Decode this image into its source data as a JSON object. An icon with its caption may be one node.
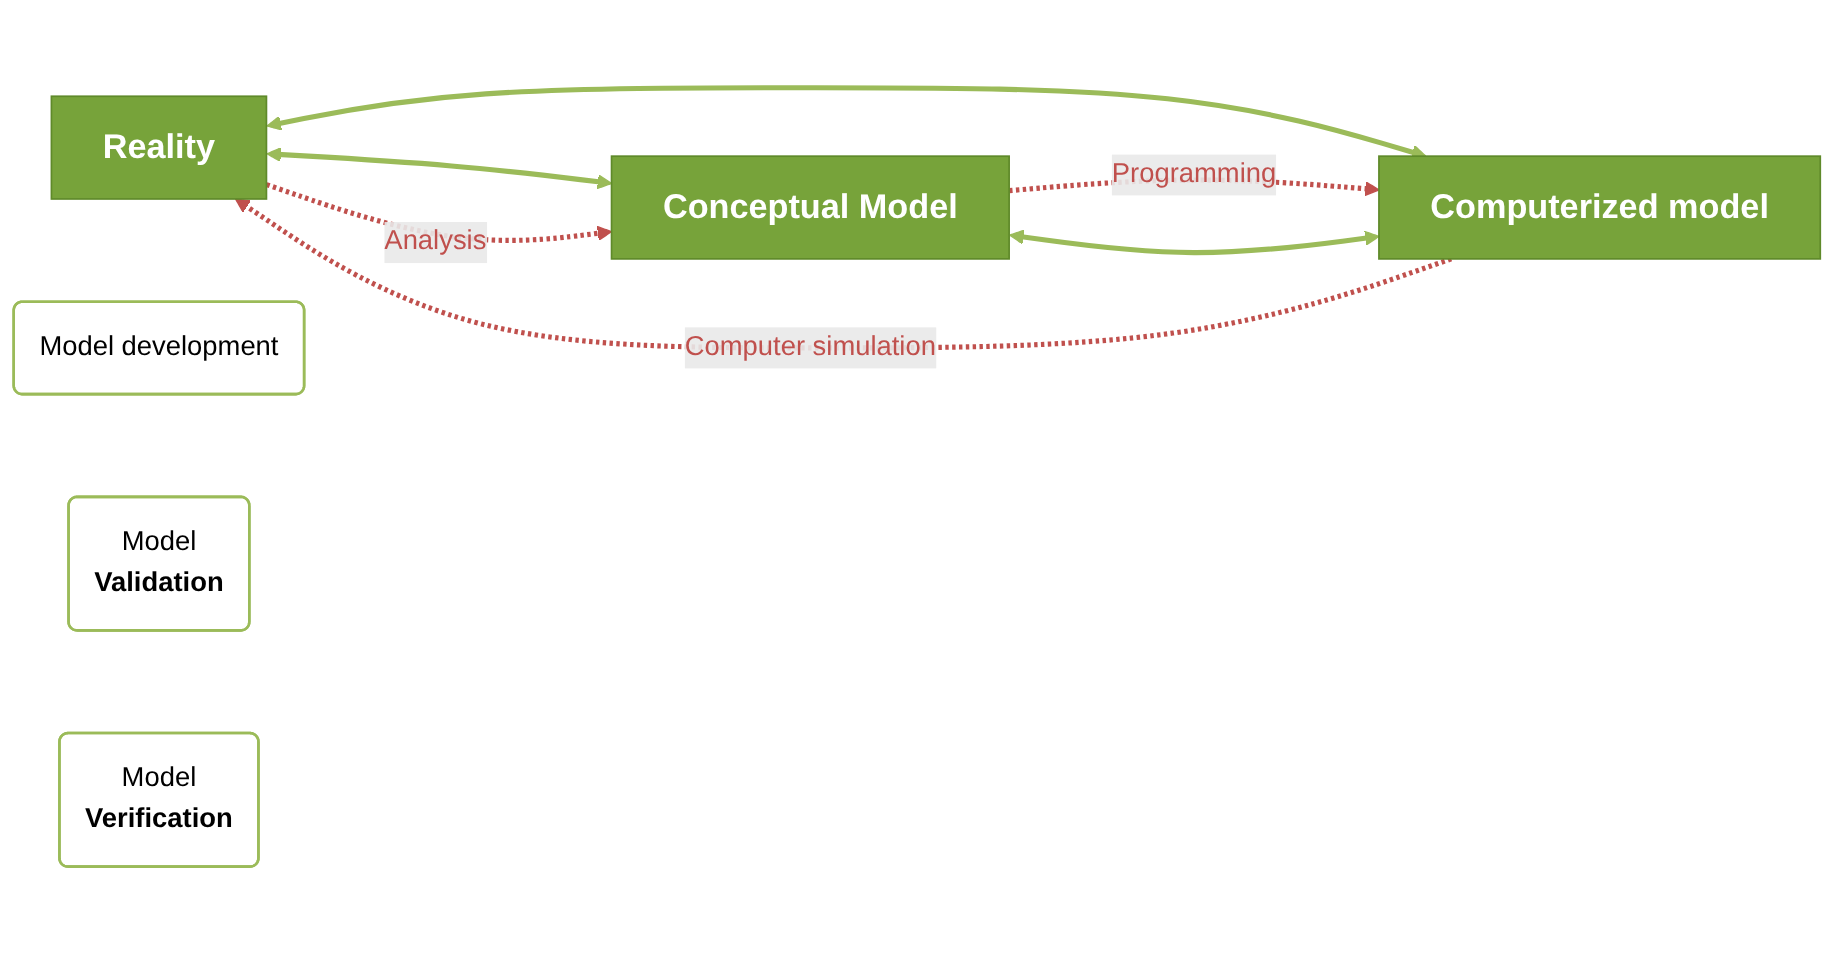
{
  "diagram": {
    "nodes": [
      {
        "text": [
          "Reality"
        ]
      },
      {
        "text": [
          "Model development"
        ]
      },
      {
        "text": [
          "Model",
          "Validation"
        ]
      },
      {
        "text": [
          "Conceptual Model"
        ]
      },
      {
        "text": [
          "Computerized model"
        ]
      },
      {
        "text": [
          "Model",
          "Verification"
        ]
      }
    ],
    "edges": [
      {
        "from": 0,
        "to": 3,
        "arrow": "both"
      },
      {
        "from": 0,
        "to": 3,
        "arrow": "to",
        "label": "Analysis",
        "style": "dashed",
        "color": "#c0504d"
      },
      {
        "from": 0,
        "to": 4,
        "arrow": "both"
      },
      {
        "from": 4,
        "to": 0,
        "arrow": "to",
        "label": "Computer simulation",
        "style": "dashed",
        "color": "#c0504d"
      },
      {
        "from": 3,
        "to": 4,
        "arrow": "to",
        "label": "Programming",
        "style": "dashed",
        "color": "#c0504d"
      },
      {
        "from": 3,
        "to": 4,
        "arrow": "both"
      }
    ]
  }
}
